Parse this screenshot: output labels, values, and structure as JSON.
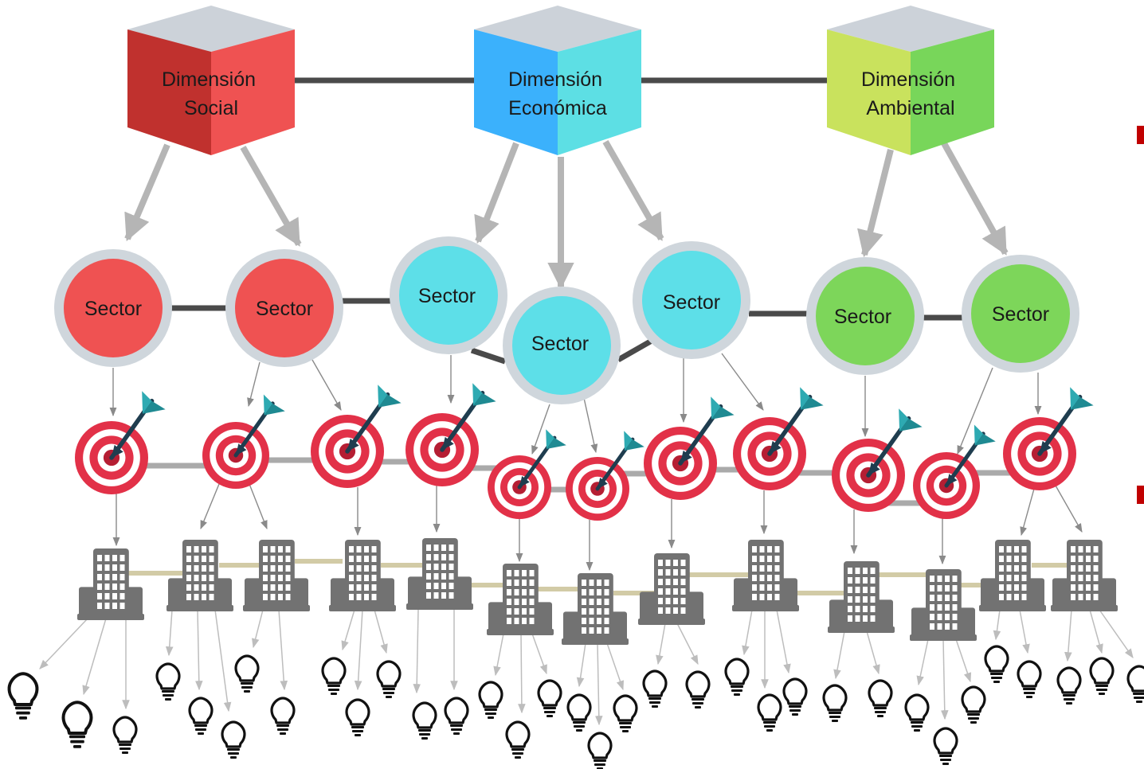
{
  "dimensions": [
    {
      "id": "social",
      "line1": "Dimensión",
      "line2": "Social",
      "colors": {
        "top": "#ccd2d9",
        "left": "#c0312e",
        "right": "#ef5252"
      }
    },
    {
      "id": "economica",
      "line1": "Dimensión",
      "line2": "Económica",
      "colors": {
        "top": "#ccd2d9",
        "left": "#3bb1fc",
        "right": "#5ddfe4"
      }
    },
    {
      "id": "ambiental",
      "line1": "Dimensión",
      "line2": "Ambiental",
      "colors": {
        "top": "#ccd2d9",
        "left": "#c9e25d",
        "right": "#78d65a"
      }
    }
  ],
  "sectors": [
    {
      "label": "Sector",
      "color": "#ef5252"
    },
    {
      "label": "Sector",
      "color": "#ef5252"
    },
    {
      "label": "Sector",
      "color": "#5ddfe8"
    },
    {
      "label": "Sector",
      "color": "#5ddfe8"
    },
    {
      "label": "Sector",
      "color": "#5ddfe8"
    },
    {
      "label": "Sector",
      "color": "#7dd65a"
    },
    {
      "label": "Sector",
      "color": "#7dd65a"
    }
  ],
  "icons": {
    "objective": "target-with-arrow-icon",
    "company": "office-building-icon",
    "idea": "lightbulb-icon"
  },
  "colors": {
    "connector": "#4a4a4a",
    "arrow": "#b5b5b5",
    "target_red": "#e23148",
    "target_dark": "#b51e33",
    "dart": "#1f3d4f",
    "fletch": "#2eaab2",
    "building": "#727272",
    "building_link": "#d2cba6",
    "target_link": "#aaaaaa",
    "sector_ring": "#cfd6dc"
  }
}
